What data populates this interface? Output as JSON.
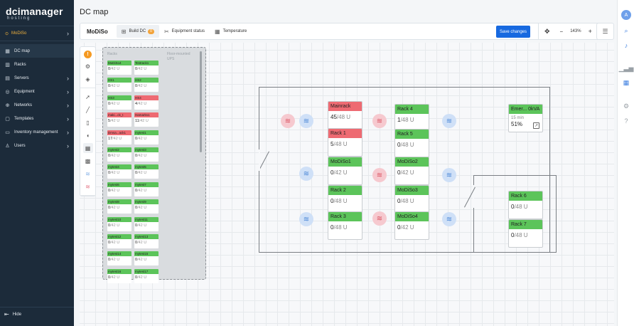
{
  "brand": {
    "name": "dcimanager",
    "sub": "hosting"
  },
  "location": {
    "label": "MoDiSo"
  },
  "nav": [
    {
      "label": "DC map",
      "icon": "map-icon"
    },
    {
      "label": "Racks",
      "icon": "rack-icon"
    },
    {
      "label": "Servers",
      "icon": "server-icon"
    },
    {
      "label": "Equipment",
      "icon": "equipment-icon"
    },
    {
      "label": "Networks",
      "icon": "network-icon"
    },
    {
      "label": "Templates",
      "icon": "template-icon"
    },
    {
      "label": "Inventory management",
      "icon": "inventory-icon"
    },
    {
      "label": "Users",
      "icon": "user-icon"
    }
  ],
  "hide_label": "Hide",
  "page_title": "DC map",
  "toolbar": {
    "name": "MoDiSo",
    "tab_build": "Build DC",
    "build_badge": "0",
    "tab_equipment": "Equipment status",
    "tab_temperature": "Temperature",
    "save": "Save changes",
    "zoom": "143%"
  },
  "palette": {
    "racks_title": "Racks",
    "floor_title": "Floor-mounted",
    "ups_title": "UPS"
  },
  "palette_racks": [
    {
      "name": "MoDiSo4",
      "used": "0",
      "total": "/42 U",
      "st": "g"
    },
    {
      "name": "Testrack1",
      "used": "0",
      "total": "/42 U",
      "st": "g"
    },
    {
      "name": "HS1",
      "used": "0",
      "total": "/42 U",
      "st": "g"
    },
    {
      "name": "HS2",
      "used": "0",
      "total": "/42 U",
      "st": "g"
    },
    {
      "name": "HS3",
      "used": "0",
      "total": "/42 U",
      "st": "g"
    },
    {
      "name": "HS4",
      "used": "4",
      "total": "/42 U",
      "st": "r"
    },
    {
      "name": "maki...ck_t",
      "used": "5",
      "total": "/42 U",
      "st": "r"
    },
    {
      "name": "Hamarks1",
      "used": "11",
      "total": "/42 U",
      "st": "r"
    },
    {
      "name": "Dmsa...ack1",
      "used": "17",
      "total": "/42 U",
      "st": "r"
    },
    {
      "name": "mytest1",
      "used": "0",
      "total": "/42 U",
      "st": "g"
    },
    {
      "name": "mytest2",
      "used": "0",
      "total": "/42 U",
      "st": "g"
    },
    {
      "name": "mytest3",
      "used": "0",
      "total": "/42 U",
      "st": "g"
    },
    {
      "name": "mytest4",
      "used": "0",
      "total": "/42 U",
      "st": "g"
    },
    {
      "name": "mytest5",
      "used": "0",
      "total": "/42 U",
      "st": "g"
    },
    {
      "name": "mytest6",
      "used": "0",
      "total": "/42 U",
      "st": "g"
    },
    {
      "name": "mytest7",
      "used": "0",
      "total": "/42 U",
      "st": "g"
    },
    {
      "name": "mytest8",
      "used": "0",
      "total": "/42 U",
      "st": "g"
    },
    {
      "name": "mytest9",
      "used": "0",
      "total": "/42 U",
      "st": "g"
    },
    {
      "name": "mytest10",
      "used": "0",
      "total": "/42 U",
      "st": "g"
    },
    {
      "name": "mytest11",
      "used": "0",
      "total": "/42 U",
      "st": "g"
    },
    {
      "name": "mytest12",
      "used": "0",
      "total": "/42 U",
      "st": "g"
    },
    {
      "name": "mytest13",
      "used": "0",
      "total": "/42 U",
      "st": "g"
    },
    {
      "name": "mytest14",
      "used": "0",
      "total": "/42 U",
      "st": "g"
    },
    {
      "name": "mytest15",
      "used": "0",
      "total": "/42 U",
      "st": "g"
    },
    {
      "name": "mytest16",
      "used": "0",
      "total": "/42 U",
      "st": "g"
    },
    {
      "name": "mytest17",
      "used": "0",
      "total": "/42 U",
      "st": "g"
    }
  ],
  "map_racks": [
    {
      "name": "Mainrack",
      "used": "45",
      "total": "/48 U",
      "st": "r"
    },
    {
      "name": "Rack 1",
      "used": "5",
      "total": "/48 U",
      "st": "r"
    },
    {
      "name": "MoDiSo1",
      "used": "0",
      "total": "/42 U",
      "st": "g"
    },
    {
      "name": "Rack 2",
      "used": "0",
      "total": "/48 U",
      "st": "g"
    },
    {
      "name": "Rack 3",
      "used": "0",
      "total": "/48 U",
      "st": "g"
    },
    {
      "name": "Rack 4",
      "used": "1",
      "total": "/48 U",
      "st": "g"
    },
    {
      "name": "Rack 5",
      "used": "0",
      "total": "/48 U",
      "st": "g"
    },
    {
      "name": "MoDiSo2",
      "used": "0",
      "total": "/42 U",
      "st": "g"
    },
    {
      "name": "MoDiSo3",
      "used": "0",
      "total": "/48 U",
      "st": "g"
    },
    {
      "name": "MoDiSo4",
      "used": "0",
      "total": "/42 U",
      "st": "g"
    },
    {
      "name": "Rack 6",
      "used": "0",
      "total": "/48 U",
      "st": "g"
    },
    {
      "name": "Rack 7",
      "used": "0",
      "total": "/48 U",
      "st": "g"
    }
  ],
  "ups": {
    "name": "Emer... 0kVA",
    "time": "15 min",
    "percent": "51%"
  },
  "colors": {
    "sidebar": "#1c2b3a",
    "ok": "#5cc45a",
    "alert": "#ee6a72",
    "accent": "#1769e0",
    "location": "#f2b33d"
  }
}
